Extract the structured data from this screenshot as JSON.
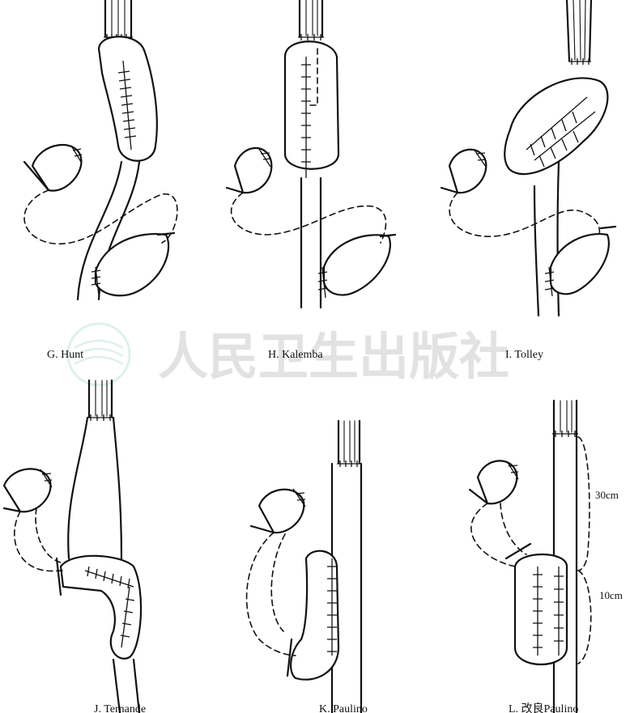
{
  "panels": [
    {
      "key": "G",
      "label": "G. Hunt"
    },
    {
      "key": "H",
      "label": "H. Kalemba"
    },
    {
      "key": "I",
      "label": "I. Tolley"
    },
    {
      "key": "J",
      "label": "J. Ternande"
    },
    {
      "key": "K",
      "label": "K. Paulino"
    },
    {
      "key": "L",
      "label": "L. 改良Paulino"
    }
  ],
  "measurements": {
    "upper": "30cm",
    "lower": "10cm"
  },
  "watermark": {
    "text": "人民卫生出版社"
  }
}
